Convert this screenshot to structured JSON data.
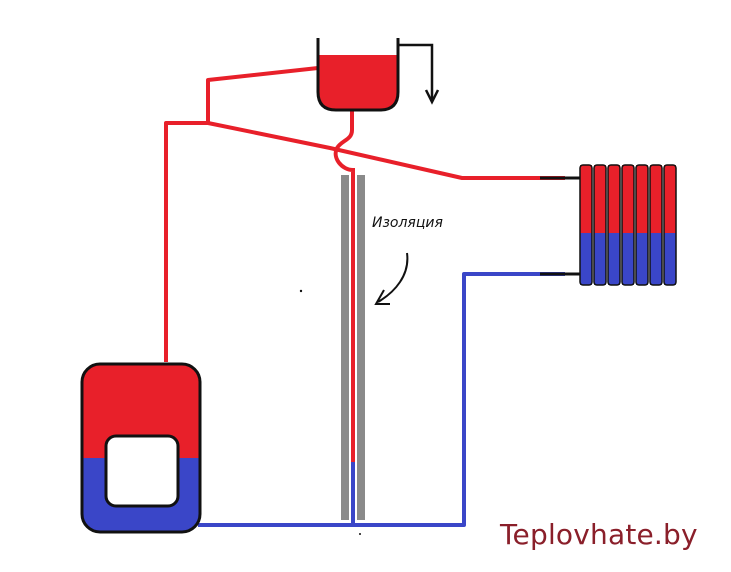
{
  "diagram": {
    "insulation_label": "Изоляция",
    "site_watermark": "Teplovhate.by",
    "colors": {
      "hot": "#e8202a",
      "cold": "#3a46c8",
      "insulation": "#8a8a8a",
      "outline": "#111111",
      "watermark": "#8a1f2a"
    },
    "components": [
      "boiler",
      "expansion-tank",
      "radiator",
      "supply-pipe",
      "return-pipe",
      "insulated-riser"
    ]
  }
}
